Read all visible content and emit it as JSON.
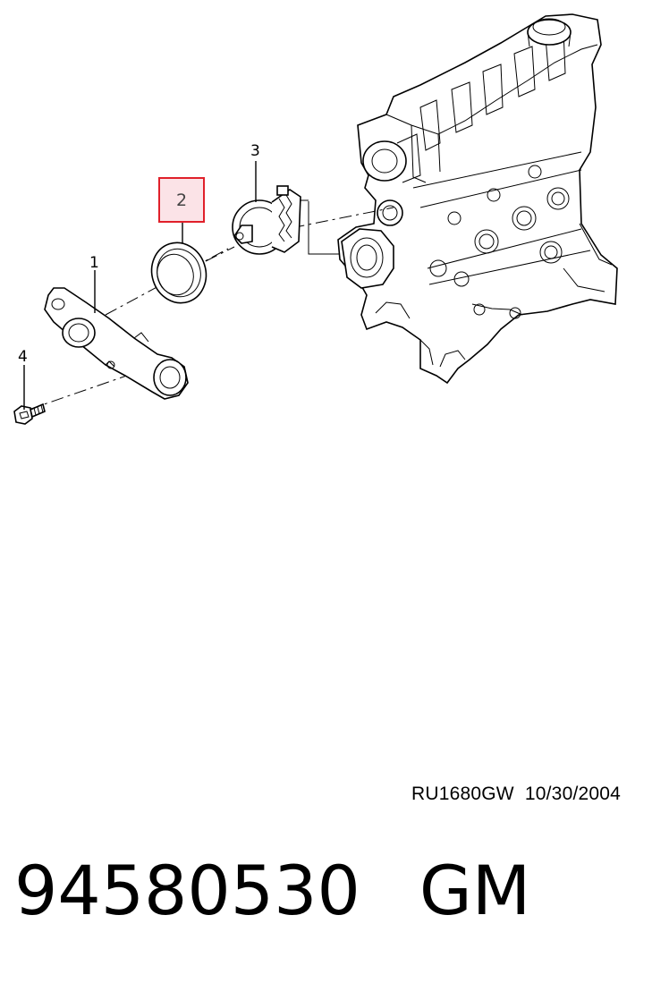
{
  "diagram": {
    "callouts": {
      "c1": "1",
      "c2": "2",
      "c3": "3",
      "c4": "4"
    },
    "highlight_color": "#e0202a",
    "highlight_fill": "#fbe3e7",
    "reference": {
      "code": "RU1680GW",
      "date": "10/30/2004"
    }
  },
  "part": {
    "number": "94580530",
    "brand": "GM"
  }
}
